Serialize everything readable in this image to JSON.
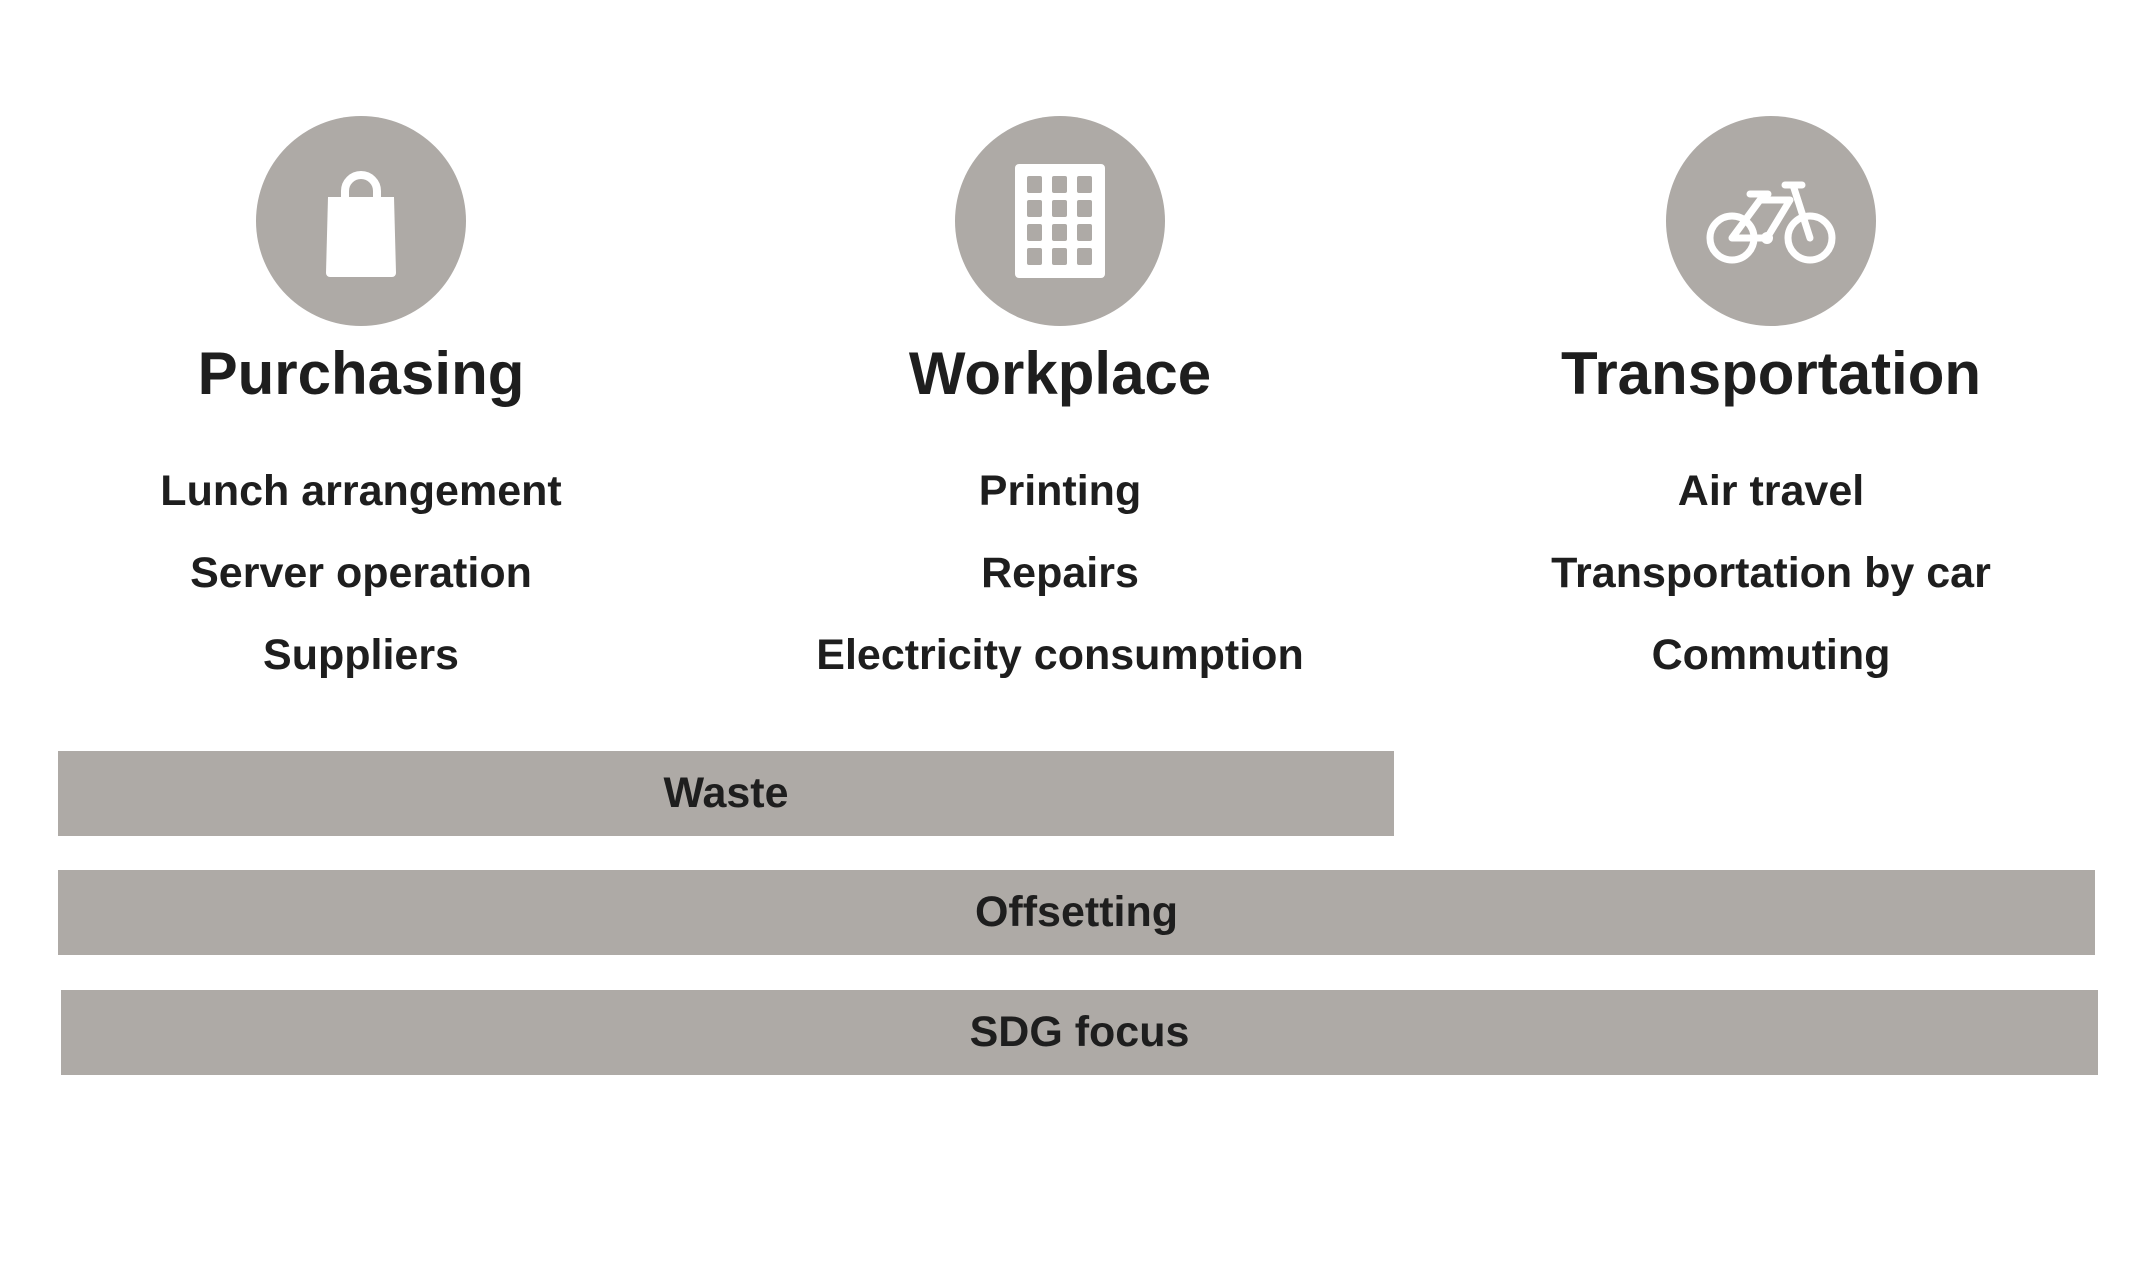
{
  "colors": {
    "accent_gray": "#aeaaa6",
    "text": "#1e1e1e",
    "icon_fill": "#ffffff"
  },
  "columns": [
    {
      "icon": "shopping-bag-icon",
      "title": "Purchasing",
      "items": [
        "Lunch arrangement",
        "Server operation",
        "Suppliers"
      ]
    },
    {
      "icon": "office-building-icon",
      "title": "Workplace",
      "items": [
        "Printing",
        "Repairs",
        "Electricity consumption"
      ]
    },
    {
      "icon": "bicycle-icon",
      "title": "Transportation",
      "items": [
        "Air travel",
        "Transportation by car",
        "Commuting"
      ]
    }
  ],
  "bars": {
    "waste": "Waste",
    "offsetting": "Offsetting",
    "sdg_focus": "SDG focus"
  }
}
